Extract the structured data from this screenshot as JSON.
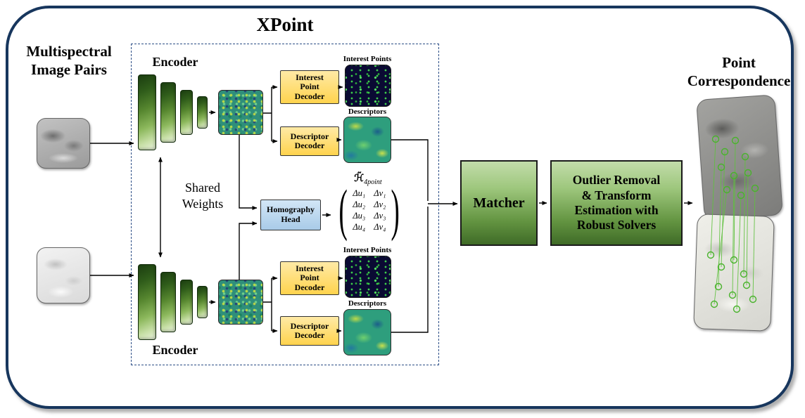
{
  "frame": {
    "title": "XPoint"
  },
  "inputs": {
    "label": "Multispectral\nImage Pairs"
  },
  "encoder": {
    "top_label": "Encoder",
    "bottom_label": "Encoder",
    "shared_weights": "Shared\nWeights"
  },
  "decoders": {
    "interest_point": "Interest\nPoint\nDecoder",
    "descriptor": "Descriptor\nDecoder",
    "interest_points_out": "Interest Points",
    "descriptors_out": "Descriptors"
  },
  "homography": {
    "head": "Homography\nHead",
    "symbol": "ℋ̃",
    "symbol_sub": "4point",
    "matrix": [
      [
        "Δu₁",
        "Δv₁"
      ],
      [
        "Δu₂",
        "Δv₂"
      ],
      [
        "Δu₃",
        "Δv₃"
      ],
      [
        "Δu₄",
        "Δv₄"
      ]
    ]
  },
  "matcher": {
    "label": "Matcher"
  },
  "outlier": {
    "label": "Outlier Removal\n& Transform\nEstimation with\nRobust Solvers"
  },
  "output": {
    "label": "Point\nCorrespondence"
  },
  "colors": {
    "frame_navy": "#17365d",
    "box_green": "#639441",
    "box_yellow": "#ffd34d",
    "box_blue": "#a9cbe8",
    "match_green": "#5fc13e"
  }
}
